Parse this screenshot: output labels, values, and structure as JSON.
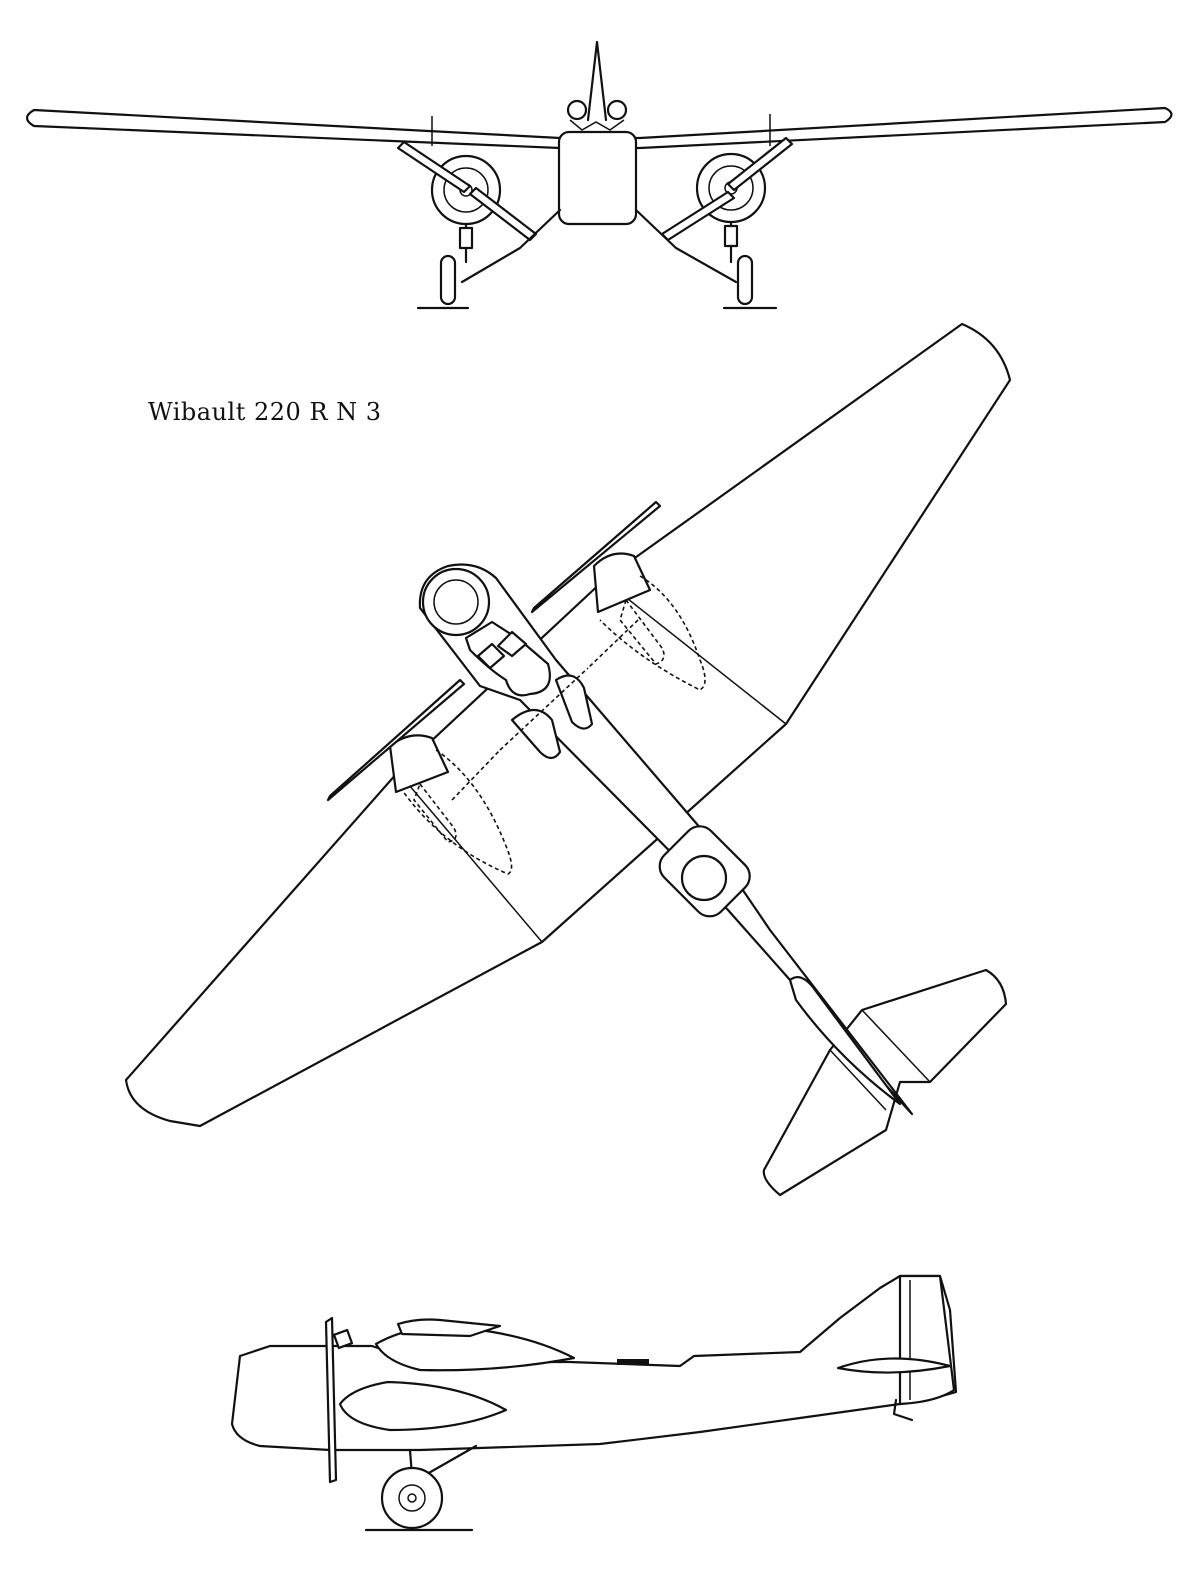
{
  "diagram": {
    "caption": "Wibault 220 R N 3",
    "views": [
      "front-view",
      "plan-view",
      "side-view"
    ]
  }
}
